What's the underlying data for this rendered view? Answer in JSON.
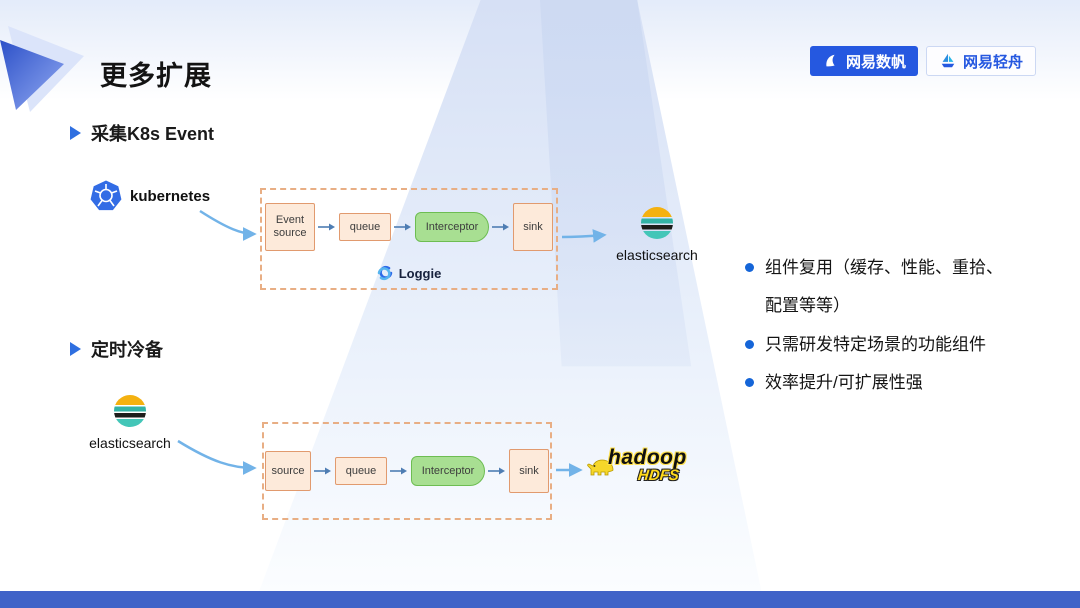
{
  "slide": {
    "title": "更多扩展"
  },
  "brand": {
    "shufan": "网易数帆",
    "qingzhou": "网易轻舟"
  },
  "sections": [
    {
      "label": "采集K8s Event"
    },
    {
      "label": "定时冷备"
    }
  ],
  "pipeline1": {
    "source": "kubernetes",
    "components": [
      "Event source",
      "queue",
      "Interceptor",
      "sink"
    ],
    "engine": "Loggie",
    "destination": "elasticsearch"
  },
  "pipeline2": {
    "source": "elasticsearch",
    "components": [
      "source",
      "queue",
      "Interceptor",
      "sink"
    ],
    "destination": {
      "name": "hadoop",
      "sub": "HDFS"
    }
  },
  "bullets": [
    "组件复用（缓存、性能、重拾、配置等等）",
    "只需研发特定场景的功能组件",
    "效率提升/可扩展性强"
  ],
  "colors": {
    "accent_blue": "#2f6fe0",
    "peach_fill": "#fdeada",
    "peach_border": "#e19a6e",
    "green_fill": "#a8df92",
    "green_border": "#6dbd52",
    "bottom_bar": "#4063c8"
  }
}
